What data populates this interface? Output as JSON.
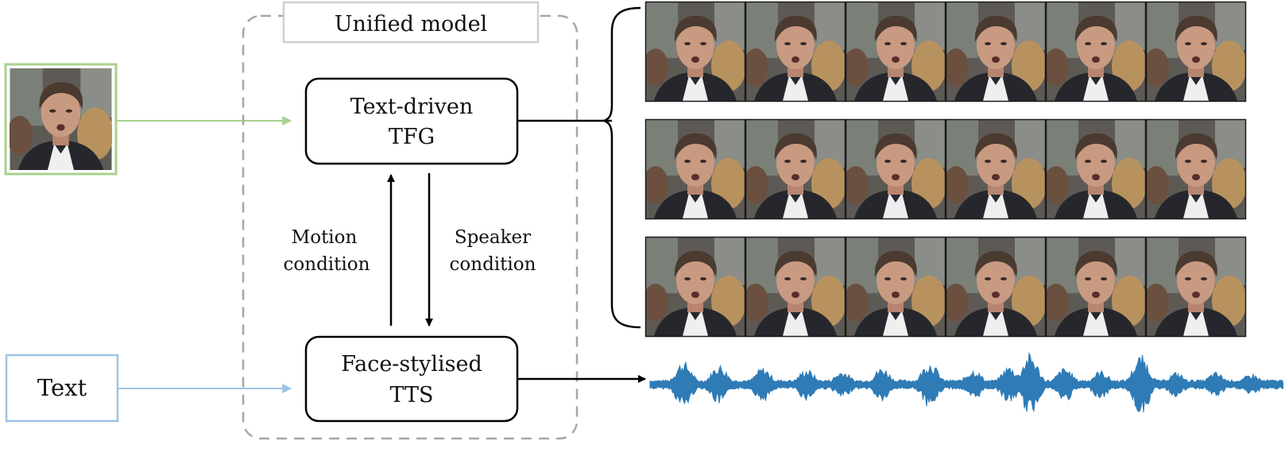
{
  "unified_model": {
    "title": "Unified model"
  },
  "tfg_box": {
    "line1": "Text-driven",
    "line2": "TFG"
  },
  "tts_box": {
    "line1": "Face-stylised",
    "line2": "TTS"
  },
  "motion_condition": {
    "line1": "Motion",
    "line2": "condition"
  },
  "speaker_condition": {
    "line1": "Speaker",
    "line2": "condition"
  },
  "text_input": {
    "label": "Text"
  },
  "colors": {
    "face_input_border": "#a9d18e",
    "text_input_border": "#9dc3e6",
    "waveform": "#2e7bb6",
    "dashed_border": "#a6a6a6"
  },
  "icons": {
    "face_input": "face-photo-icon",
    "frames": "video-frame-icon",
    "waveform": "audio-waveform-icon"
  },
  "output_frames": {
    "rows": 3,
    "frames_per_row": 6
  }
}
